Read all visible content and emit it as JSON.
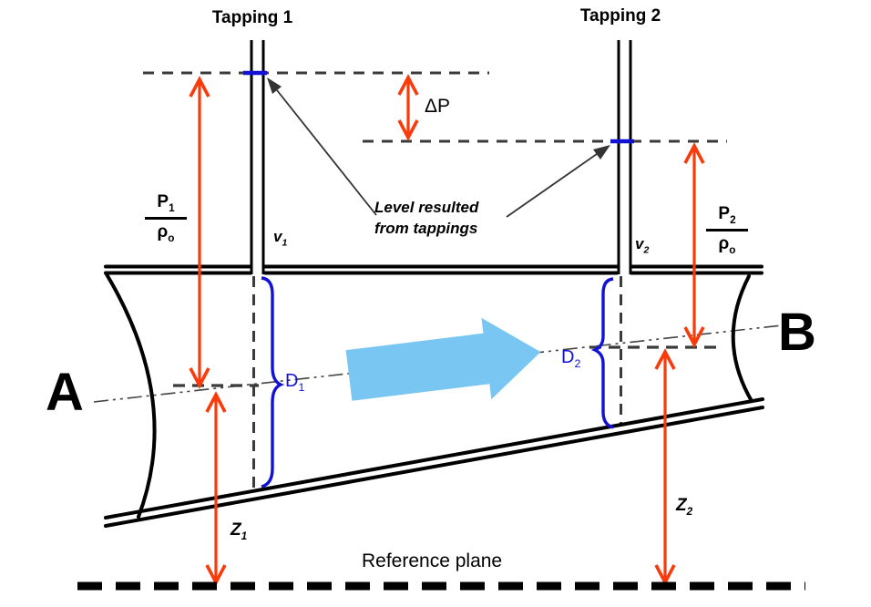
{
  "diagram": {
    "description": "Inclined converging pipe with two pressure tappings showing piezometric levels, Bernoulli quantities and reference plane",
    "colors": {
      "arrow_red": "#f93b0b",
      "marker_blue": "#1212d6",
      "flow_arrow_blue": "#79c6f2",
      "line_black": "#000000",
      "dashed_gray": "#3a3a3a"
    }
  },
  "labels": {
    "tapping1": "Tapping 1",
    "tapping2": "Tapping 2",
    "delta_p": "ΔP",
    "level_note_line1": "Level resulted",
    "level_note_line2": "from tappings",
    "point_a": "A",
    "point_b": "B",
    "reference_plane": "Reference plane",
    "p1": {
      "num": "P",
      "num_sub": "1",
      "den": "ρ",
      "den_sub": "o"
    },
    "p2": {
      "num": "P",
      "num_sub": "2",
      "den": "ρ",
      "den_sub": "o"
    },
    "v1": {
      "base": "v",
      "sub": "1"
    },
    "v2": {
      "base": "v",
      "sub": "2"
    },
    "d1": {
      "base": "D",
      "sub": "1"
    },
    "d2": {
      "base": "D",
      "sub": "2"
    },
    "z1": {
      "base": "Z",
      "sub": "1"
    },
    "z2": {
      "base": "Z",
      "sub": "2"
    }
  }
}
